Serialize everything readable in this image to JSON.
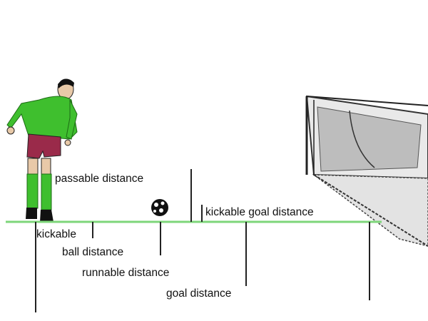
{
  "labels": {
    "passable": "passable  distance",
    "kickable_goal": "kickable goal  distance",
    "kickable": "kickable",
    "ball": "ball distance",
    "runnable": "runnable distance",
    "goal": "goal distance"
  },
  "colors": {
    "ground": "#7ed67a",
    "shirt": "#3fbf2e",
    "shorts": "#9a2a4a",
    "line": "#222222"
  }
}
